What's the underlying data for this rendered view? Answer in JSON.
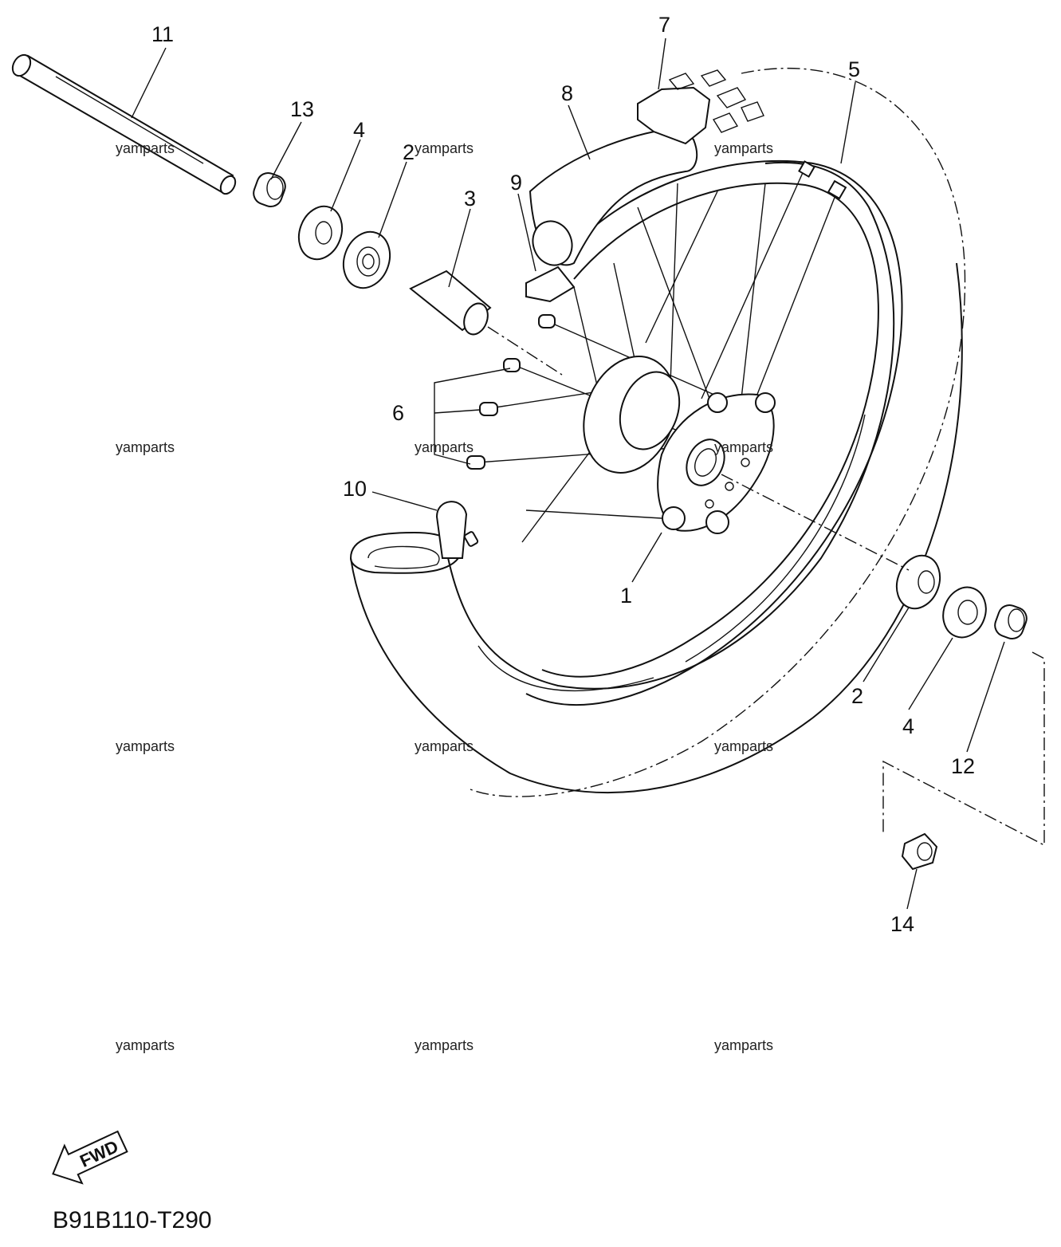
{
  "diagram": {
    "part_numbers": [
      "1",
      "2",
      "3",
      "4",
      "5",
      "6",
      "7",
      "8",
      "9",
      "10",
      "11",
      "12",
      "13",
      "14",
      "2",
      "4"
    ],
    "watermark": "yamparts",
    "fwd_label": "FWD",
    "diagram_code": "B91B110-T290"
  }
}
